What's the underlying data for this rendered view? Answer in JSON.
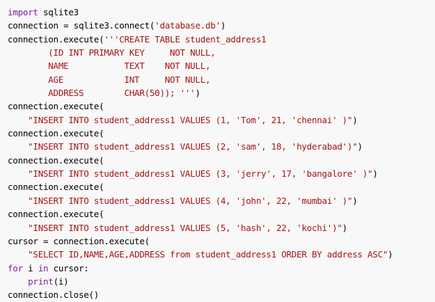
{
  "editor": {
    "colors": {
      "background": "#f8f8f8",
      "keyword": "#7a1fa2",
      "string": "#a31515",
      "default": "#000000"
    },
    "lines": [
      [
        {
          "t": "kw",
          "v": "import"
        },
        {
          "t": "id",
          "v": " sqlite3"
        }
      ],
      [
        {
          "t": "id",
          "v": "connection = sqlite3.connect("
        },
        {
          "t": "str",
          "v": "'database.db'"
        },
        {
          "t": "id",
          "v": ")"
        }
      ],
      [
        {
          "t": "id",
          "v": "connection.execute("
        },
        {
          "t": "str",
          "v": "'''CREATE TABLE student_address1"
        }
      ],
      [
        {
          "t": "str",
          "v": "        (ID INT PRIMARY KEY     NOT NULL,"
        }
      ],
      [
        {
          "t": "str",
          "v": "        NAME           TEXT    NOT NULL,"
        }
      ],
      [
        {
          "t": "str",
          "v": "        AGE            INT     NOT NULL,"
        }
      ],
      [
        {
          "t": "str",
          "v": "        ADDRESS        CHAR(50)); '''"
        },
        {
          "t": "id",
          "v": ")"
        }
      ],
      [
        {
          "t": "id",
          "v": "connection.execute("
        }
      ],
      [
        {
          "t": "id",
          "v": "    "
        },
        {
          "t": "str",
          "v": "\"INSERT INTO student_address1 VALUES (1, 'Tom', 21, 'chennai' )\""
        },
        {
          "t": "id",
          "v": ")"
        }
      ],
      [
        {
          "t": "id",
          "v": "connection.execute("
        }
      ],
      [
        {
          "t": "id",
          "v": "    "
        },
        {
          "t": "str",
          "v": "\"INSERT INTO student_address1 VALUES (2, 'sam', 18, 'hyderabad')\""
        },
        {
          "t": "id",
          "v": ")"
        }
      ],
      [
        {
          "t": "id",
          "v": "connection.execute("
        }
      ],
      [
        {
          "t": "id",
          "v": "    "
        },
        {
          "t": "str",
          "v": "\"INSERT INTO student_address1 VALUES (3, 'jerry', 17, 'bangalore' )\""
        },
        {
          "t": "id",
          "v": ")"
        }
      ],
      [
        {
          "t": "id",
          "v": "connection.execute("
        }
      ],
      [
        {
          "t": "id",
          "v": "    "
        },
        {
          "t": "str",
          "v": "\"INSERT INTO student_address1 VALUES (4, 'john', 22, 'mumbai' )\""
        },
        {
          "t": "id",
          "v": ")"
        }
      ],
      [
        {
          "t": "id",
          "v": "connection.execute("
        }
      ],
      [
        {
          "t": "id",
          "v": "    "
        },
        {
          "t": "str",
          "v": "\"INSERT INTO student_address1 VALUES (5, 'hash', 22, 'kochi')\""
        },
        {
          "t": "id",
          "v": ")"
        }
      ],
      [
        {
          "t": "id",
          "v": "cursor = connection.execute("
        }
      ],
      [
        {
          "t": "id",
          "v": "    "
        },
        {
          "t": "str",
          "v": "\"SELECT ID,NAME,AGE,ADDRESS from student_address1 ORDER BY address ASC\""
        },
        {
          "t": "id",
          "v": ")"
        }
      ],
      [
        {
          "t": "kw",
          "v": "for"
        },
        {
          "t": "id",
          "v": " i "
        },
        {
          "t": "kw",
          "v": "in"
        },
        {
          "t": "id",
          "v": " cursor:"
        }
      ],
      [
        {
          "t": "id",
          "v": "    "
        },
        {
          "t": "kw",
          "v": "print"
        },
        {
          "t": "id",
          "v": "(i)"
        }
      ],
      [
        {
          "t": "id",
          "v": "connection.close()"
        }
      ]
    ]
  }
}
